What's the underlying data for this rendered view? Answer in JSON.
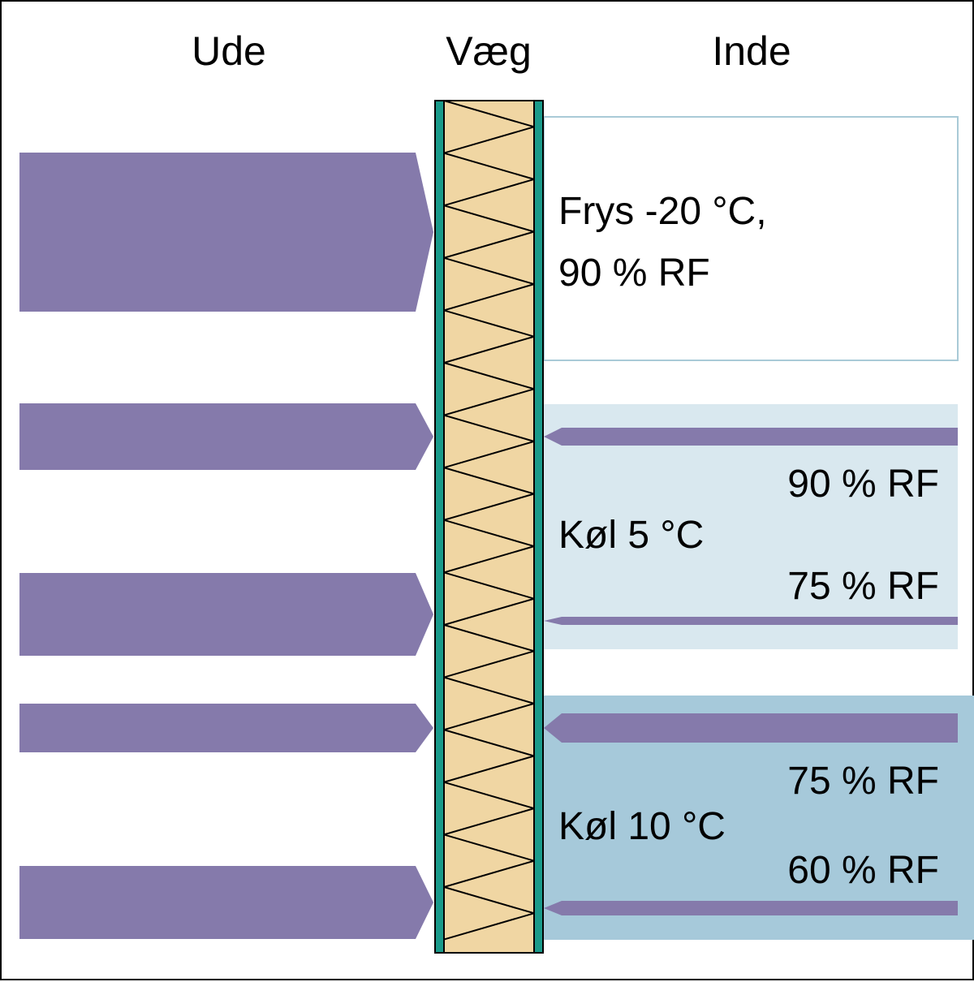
{
  "headers": {
    "outside": "Ude",
    "wall": "Væg",
    "inside": "Inde"
  },
  "zones": {
    "freezer": {
      "line1": "Frys -20 °C,",
      "line2": "90 % RF"
    },
    "cool5": {
      "label": "Køl 5 °C",
      "rh_high": "90 % RF",
      "rh_low": "75 % RF"
    },
    "cool10": {
      "label": "Køl 10 °C",
      "rh_high": "75 % RF",
      "rh_low": "60 % RF"
    }
  },
  "colors": {
    "arrow": "#857aab",
    "wall_core": "#f0d6a3",
    "wall_face": "#1a9a8a",
    "freezer_border": "#a9cad7",
    "cool5_fill": "#d9e8ef",
    "cool10_fill": "#a6c9da"
  }
}
